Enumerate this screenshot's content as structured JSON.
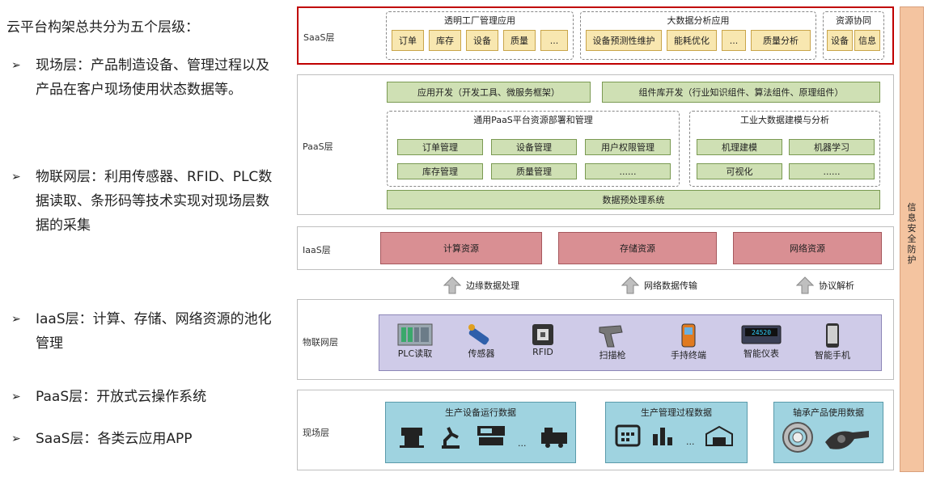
{
  "intro": "云平台构架总共分为五个层级：",
  "bullets": [
    {
      "marker": "➢",
      "text": "现场层：产品制造设备、管理过程以及产品在客户现场使用状态数据等。"
    },
    {
      "marker": "➢",
      "text": "物联网层：利用传感器、RFID、PLC数据读取、条形码等技术实现对现场层数据的采集"
    },
    {
      "marker": "➢",
      "text": "IaaS层：计算、存储、网络资源的池化管理"
    },
    {
      "marker": "➢",
      "text": "PaaS层：开放式云操作系统"
    },
    {
      "marker": "➢",
      "text": "SaaS层：各类云应用APP"
    }
  ],
  "security": "信息安全防护",
  "saas": {
    "label": "SaaS层",
    "groups": [
      {
        "title": "透明工厂管理应用",
        "items": [
          "订单",
          "库存",
          "设备",
          "质量",
          "..."
        ]
      },
      {
        "title": "大数据分析应用",
        "items": [
          "设备预测性维护",
          "能耗优化",
          "...",
          "质量分析"
        ]
      },
      {
        "title": "资源协同",
        "items": [
          "设备",
          "信息"
        ]
      }
    ]
  },
  "paas": {
    "label": "PaaS层",
    "top": [
      "应用开发（开发工具、微服务框架）",
      "组件库开发（行业知识组件、算法组件、原理组件）"
    ],
    "left_title": "通用PaaS平台资源部署和管理",
    "left_items": [
      "订单管理",
      "设备管理",
      "用户权限管理",
      "库存管理",
      "质量管理",
      "......"
    ],
    "right_title": "工业大数据建模与分析",
    "right_items": [
      "机理建模",
      "机器学习",
      "可视化",
      "......"
    ],
    "bottom": "数据预处理系统"
  },
  "iaas": {
    "label": "IaaS层",
    "items": [
      "计算资源",
      "存储资源",
      "网络资源"
    ]
  },
  "arrows": [
    "边缘数据处理",
    "网络数据传输",
    "协议解析"
  ],
  "iot": {
    "label": "物联网层",
    "devices": [
      "PLC读取",
      "传感器",
      "RFID",
      "扫描枪",
      "手持终端",
      "智能仪表",
      "智能手机"
    ],
    "meter_value": "24520"
  },
  "field": {
    "label": "现场层",
    "groups": [
      "生产设备运行数据",
      "生产管理过程数据",
      "轴承产品使用数据"
    ],
    "ellipsis": "..."
  },
  "colors": {
    "saas_border": "#c00000",
    "security": "#f4c4a0"
  }
}
